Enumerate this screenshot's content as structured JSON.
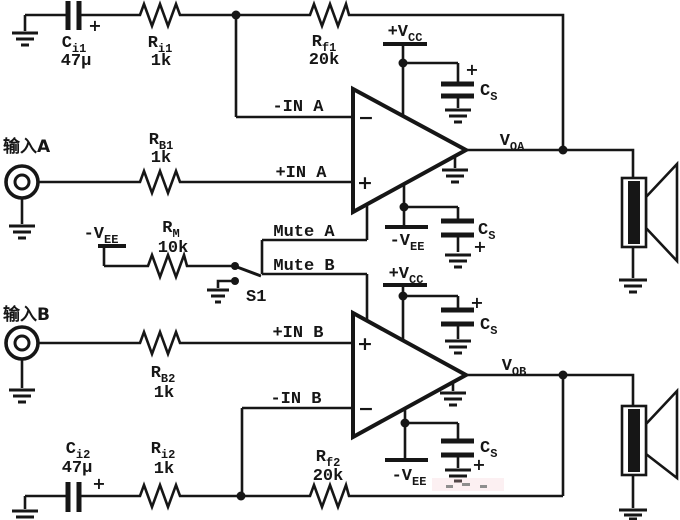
{
  "diagram": "dual-power-amplifier-with-mute-schematic",
  "inputs": {
    "a": "输入A",
    "b": "输入B"
  },
  "components": {
    "ci1": {
      "name": "C",
      "sub": "i1",
      "value": "47μ"
    },
    "ri1": {
      "name": "R",
      "sub": "i1",
      "value": "1k"
    },
    "rf1": {
      "name": "R",
      "sub": "f1",
      "value": "20k"
    },
    "rb1": {
      "name": "R",
      "sub": "B1",
      "value": "1k"
    },
    "rm": {
      "name": "R",
      "sub": "M",
      "value": "10k"
    },
    "rb2": {
      "name": "R",
      "sub": "B2",
      "value": "1k"
    },
    "ci2": {
      "name": "C",
      "sub": "i2",
      "value": "47μ"
    },
    "ri2": {
      "name": "R",
      "sub": "i2",
      "value": "1k"
    },
    "rf2": {
      "name": "R",
      "sub": "f2",
      "value": "20k"
    },
    "cs": {
      "name": "C",
      "sub": "S"
    },
    "s1": "S1"
  },
  "power": {
    "vcc": {
      "main": "+V",
      "sub": "CC"
    },
    "vee": {
      "main": "-V",
      "sub": "EE"
    }
  },
  "pins": {
    "inv_a": "-IN A",
    "noninv_a": "+IN A",
    "mute_a": "Mute A",
    "mute_b": "Mute B",
    "noninv_b": "+IN B",
    "inv_b": "-IN B"
  },
  "outputs": {
    "voa": {
      "main": "V",
      "sub": "OA"
    },
    "vob": {
      "main": "V",
      "sub": "OB"
    }
  },
  "symbols": {
    "plus": "+",
    "minus": "−"
  },
  "colors": {
    "ink": "#161616",
    "paper": "#ffffff"
  }
}
